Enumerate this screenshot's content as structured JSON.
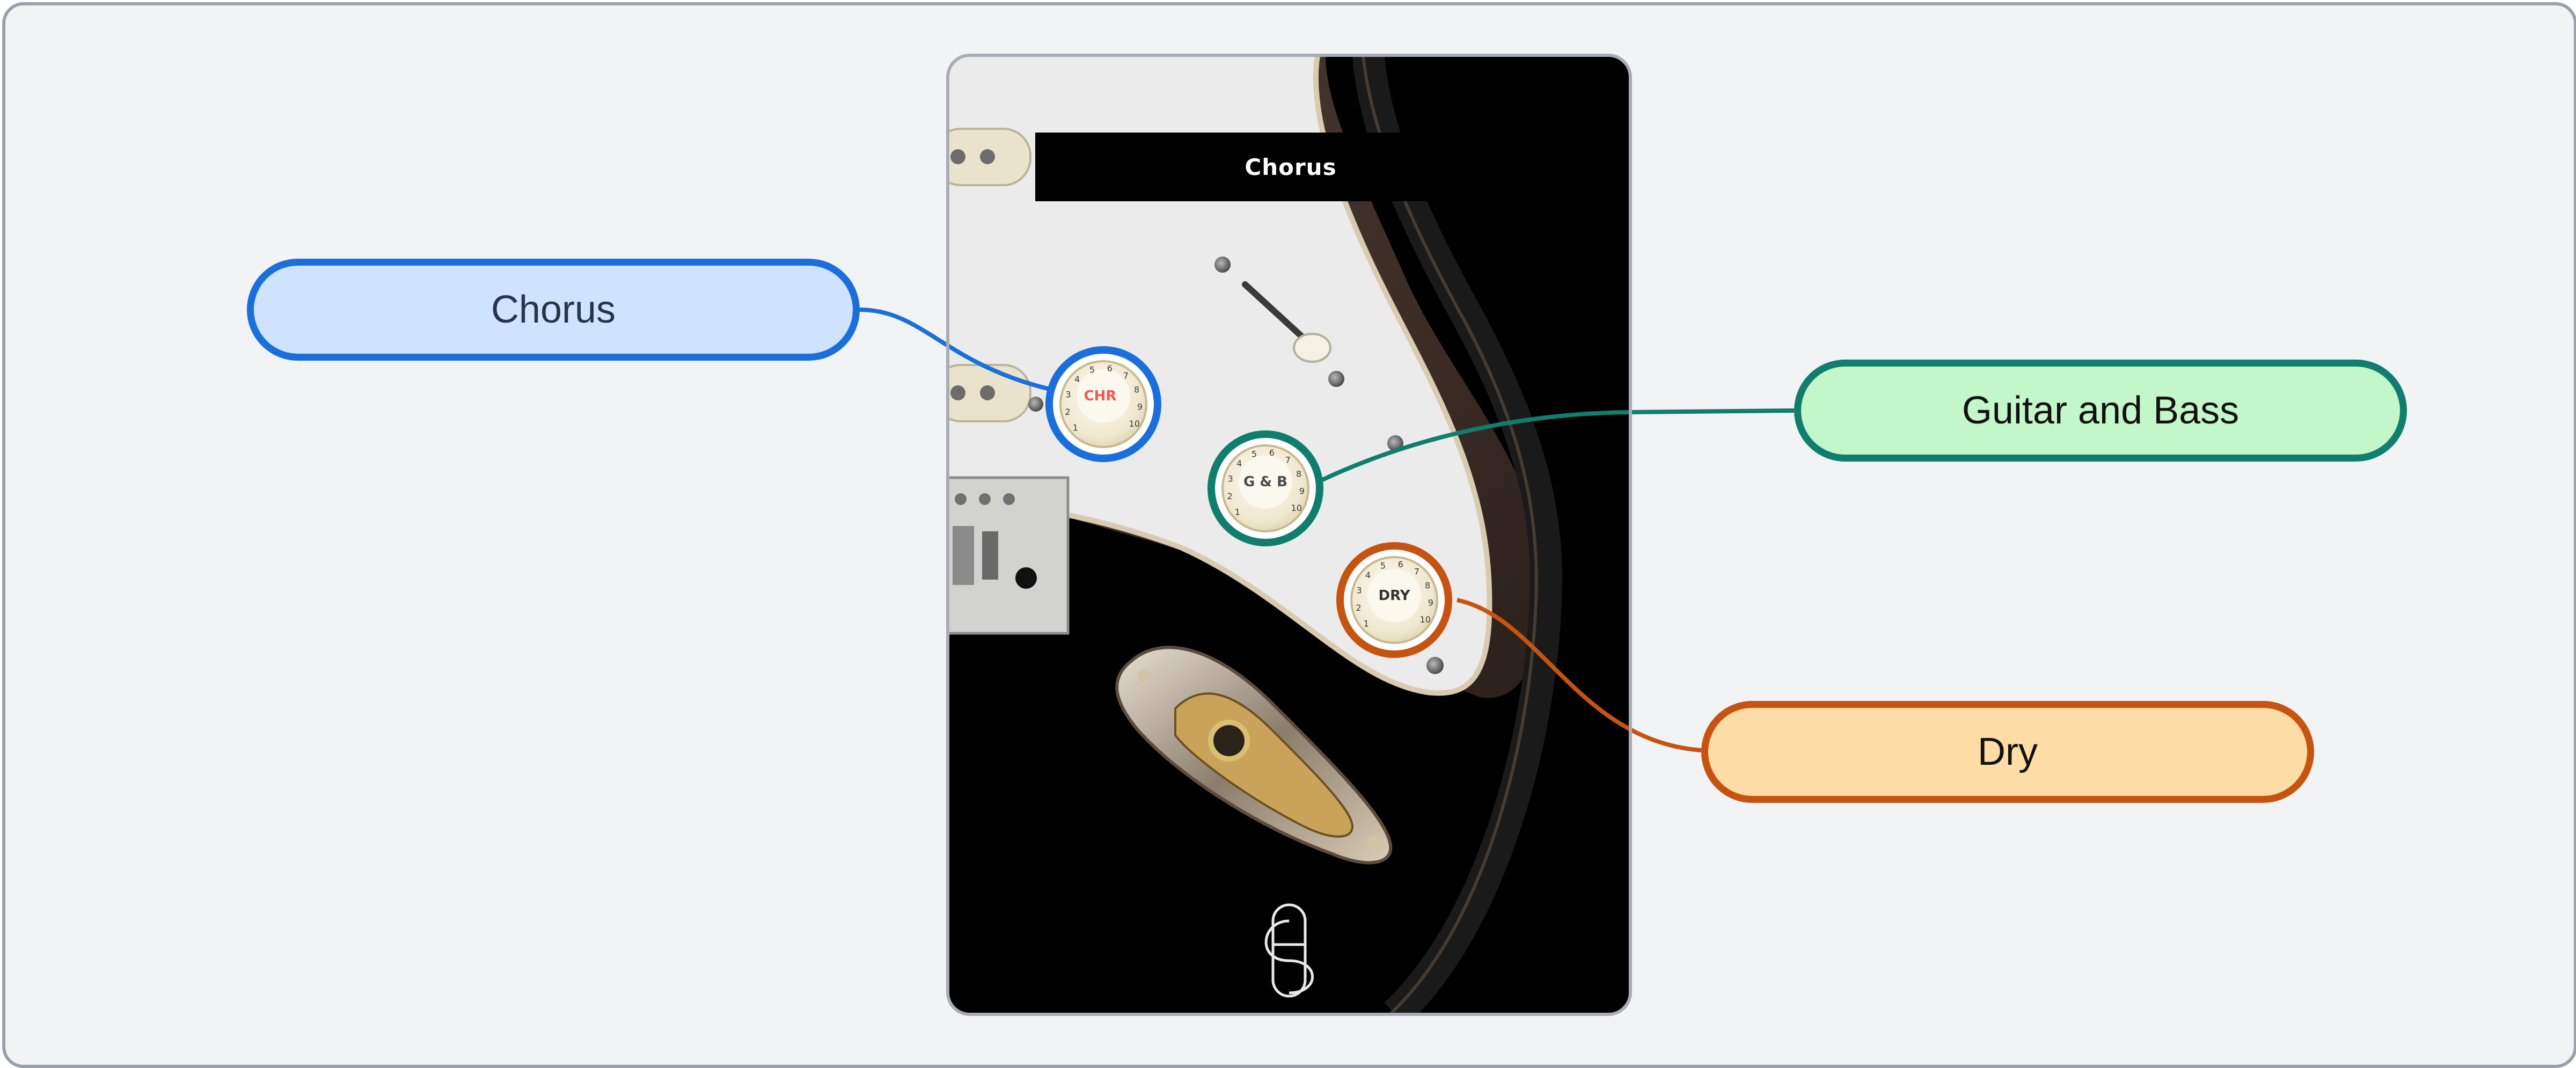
{
  "device": {
    "title": "Chorus"
  },
  "knobs": [
    {
      "id": "chorus",
      "label": "CHR",
      "label_color": "#ee5a5a",
      "ring_color": "#1a6fdc"
    },
    {
      "id": "guitar-bass",
      "label": "G & B",
      "label_color": "#4a4a4a",
      "ring_color": "#0f7e6c"
    },
    {
      "id": "dry",
      "label": "DRY",
      "label_color": "#333333",
      "ring_color": "#c75310"
    }
  ],
  "callouts": [
    {
      "id": "chorus",
      "label": "Chorus",
      "color": "#1a6fdc",
      "fill": "#cfe2fe"
    },
    {
      "id": "guitar-bass",
      "label": "Guitar and Bass",
      "color": "#0f7e6c",
      "fill": "#c3f6c9"
    },
    {
      "id": "dry",
      "label": "Dry",
      "color": "#c75310",
      "fill": "#fddca6"
    }
  ],
  "knob_numbers": [
    "1",
    "2",
    "3",
    "4",
    "5",
    "6",
    "7",
    "8",
    "9",
    "10"
  ],
  "icons": {
    "logo": "pedal-logo-icon"
  }
}
